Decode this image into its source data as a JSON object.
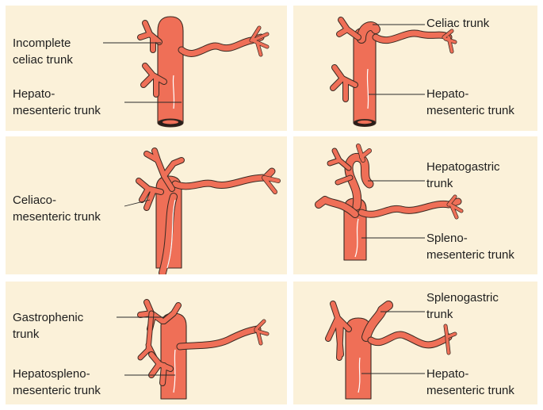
{
  "panels": [
    {
      "labels": [
        {
          "lines": [
            "Incomplete",
            "celiac trunk"
          ]
        },
        {
          "lines": [
            "Hepato-",
            "mesenteric trunk"
          ]
        }
      ]
    },
    {
      "labels": [
        {
          "lines": [
            "Celiac trunk"
          ]
        },
        {
          "lines": [
            "Hepato-",
            "mesenteric trunk"
          ]
        }
      ]
    },
    {
      "labels": [
        {
          "lines": [
            "Celiaco-",
            "mesenteric trunk"
          ]
        }
      ]
    },
    {
      "labels": [
        {
          "lines": [
            "Hepatogastric",
            "trunk"
          ]
        },
        {
          "lines": [
            "Spleno-",
            "mesenteric trunk"
          ]
        }
      ]
    },
    {
      "labels": [
        {
          "lines": [
            "Gastrophenic",
            "trunk"
          ]
        },
        {
          "lines": [
            "Hepatospleno-",
            "mesenteric trunk"
          ]
        }
      ]
    },
    {
      "labels": [
        {
          "lines": [
            "Splenogastric",
            "trunk"
          ]
        },
        {
          "lines": [
            "Hepato-",
            "mesenteric trunk"
          ]
        }
      ]
    }
  ],
  "colors": {
    "panel_bg": "#fbf1d9",
    "vessel": "#ef6f57",
    "outline": "#3a2a22"
  }
}
